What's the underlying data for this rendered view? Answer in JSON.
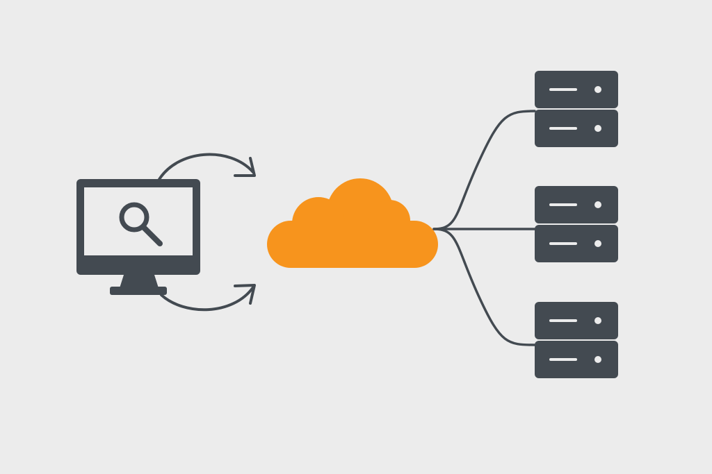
{
  "diagram": {
    "colors": {
      "background": "#ececec",
      "icon_dark": "#434a51",
      "cloud": "#f7941d",
      "server_detail": "#ececec"
    },
    "nodes": [
      {
        "id": "client",
        "icon": "monitor-search-icon"
      },
      {
        "id": "cloud",
        "icon": "cloud-icon"
      },
      {
        "id": "server-1",
        "icon": "server-icon"
      },
      {
        "id": "server-2",
        "icon": "server-icon"
      },
      {
        "id": "server-3",
        "icon": "server-icon"
      }
    ],
    "edges": [
      {
        "from": "client",
        "to": "cloud",
        "icon": "arrow-icon"
      },
      {
        "from": "cloud",
        "to": "client",
        "icon": "arrow-icon"
      },
      {
        "from": "cloud",
        "to": "server-1"
      },
      {
        "from": "cloud",
        "to": "server-2"
      },
      {
        "from": "cloud",
        "to": "server-3"
      }
    ]
  }
}
